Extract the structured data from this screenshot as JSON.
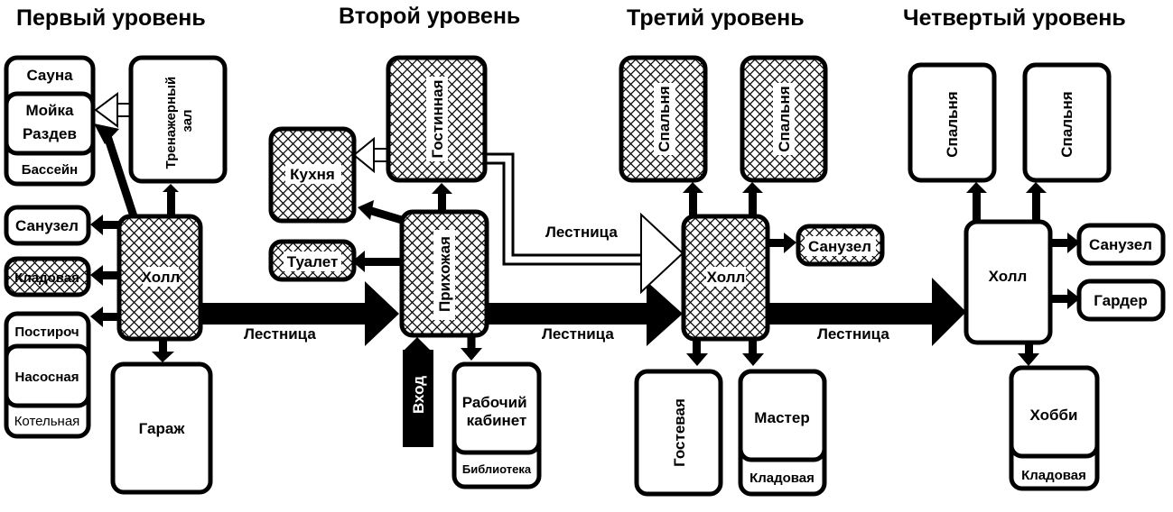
{
  "levels": {
    "first": "Первый уровень",
    "second": "Второй уровень",
    "third": "Третий уровень",
    "fourth": "Четвертый уровень"
  },
  "level1": {
    "sauna": "Сауна",
    "moika": "Мойка",
    "razdev": "Раздев",
    "basseyn": "Бассейн",
    "gym_line1": "Тренажерный",
    "gym_line2": "зал",
    "sanuzel": "Санузел",
    "kladovaya": "Кладовая",
    "hall": "Холл",
    "postiroch": "Постироч",
    "nasosnaya": "Насосная",
    "kotelnaya": "Котельная",
    "garazh": "Гараж"
  },
  "level2": {
    "kukhnya": "Кухня",
    "gostinaya": "Гостинная",
    "tualet": "Туалет",
    "prikhozhaya": "Прихожая",
    "vkhod": "Вход",
    "kabinet_line1": "Рабочий",
    "kabinet_line2": "кабинет",
    "biblioteka": "Библиотека"
  },
  "level3": {
    "spalnya1": "Спальня",
    "spalnya2": "Спальня",
    "hall": "Холл",
    "sanuzel": "Санузел",
    "gostevaya": "Гостевая",
    "master": "Мастер",
    "kladovaya": "Кладовая"
  },
  "level4": {
    "spalnya1": "Спальня",
    "spalnya2": "Спальня",
    "hall": "Холл",
    "sanuzel": "Санузел",
    "garder": "Гардер",
    "khobbi": "Хобби",
    "kladovaya": "Кладовая"
  },
  "stairs": {
    "s1": "Лестница",
    "s2": "Лестница",
    "s3": "Лестница",
    "s4": "Лестница"
  }
}
